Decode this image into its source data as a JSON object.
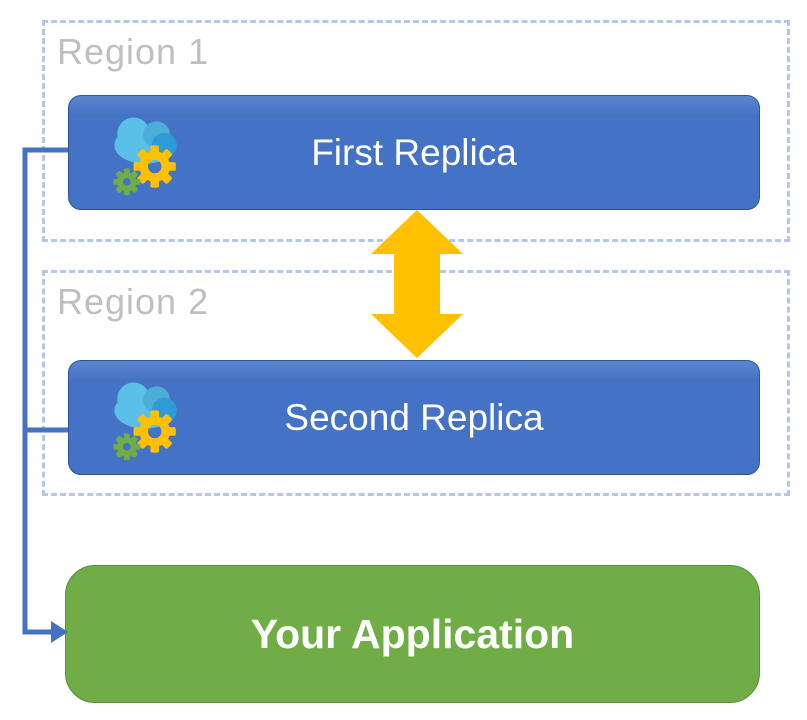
{
  "diagram": {
    "regions": [
      {
        "label": "Region 1"
      },
      {
        "label": "Region 2"
      }
    ],
    "nodes": {
      "first_replica": {
        "label": "First Replica",
        "icon": "cloud-gears-icon"
      },
      "second_replica": {
        "label": "Second Replica",
        "icon": "cloud-gears-icon"
      },
      "application": {
        "label": "Your Application"
      }
    },
    "connections": [
      {
        "from": "first_replica",
        "to": "second_replica",
        "type": "bidirectional-sync-arrow"
      },
      {
        "from": "first_replica",
        "to": "application",
        "type": "connector-line"
      },
      {
        "from": "second_replica",
        "to": "application",
        "type": "connector-line-arrowhead"
      }
    ],
    "colors": {
      "replica_fill": "#4472c4",
      "replica_border": "#2f5597",
      "application_fill": "#70ad47",
      "region_border": "#b4c7e7",
      "region_label": "#bfbfbf",
      "sync_arrow": "#ffc000",
      "connector": "#4472c4",
      "icon_cloud_light": "#5bc0e8",
      "icon_cloud_dark": "#2e9bd6",
      "icon_gear_yellow": "#ffc000",
      "icon_gear_green": "#70ad47"
    }
  }
}
